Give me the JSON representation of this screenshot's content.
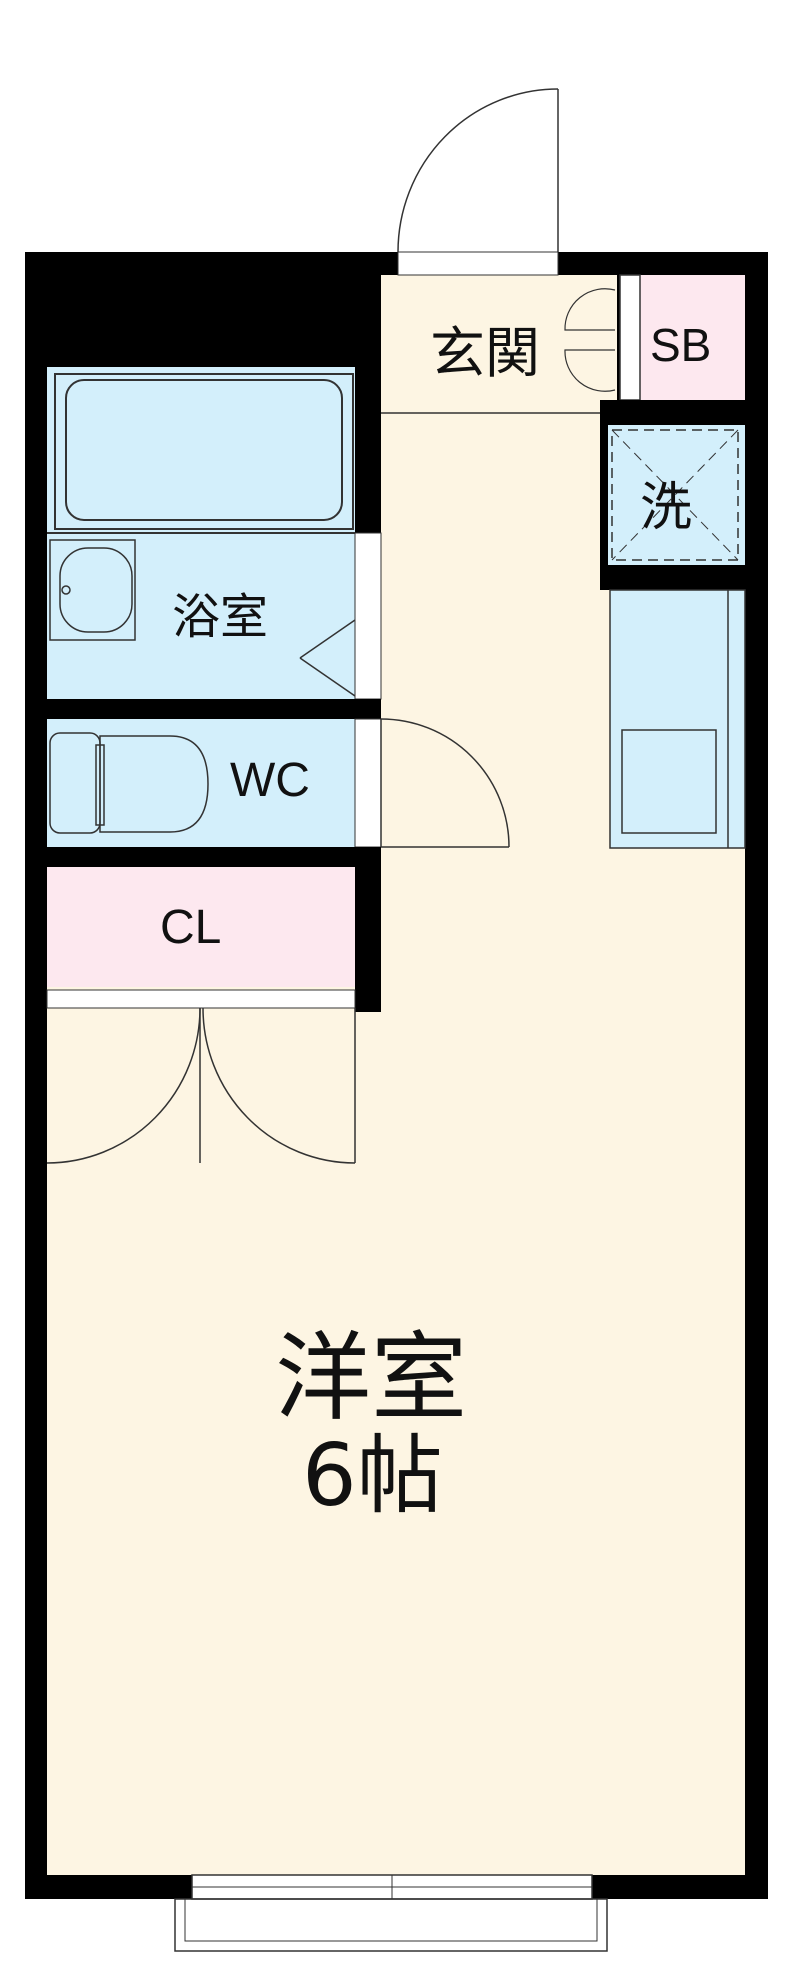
{
  "floor_plan": {
    "rooms": {
      "genkan": "玄関",
      "shoe_box": "SB",
      "washer": "洗",
      "bathroom": "浴室",
      "toilet": "WC",
      "closet": "CL",
      "western_room": "洋室",
      "western_room_size": "6帖"
    },
    "colors": {
      "wall": "#000000",
      "floor": "#fdf5e3",
      "wet_area": "#d3effb",
      "storage": "#fde8ef",
      "fixture_stroke": "#333333"
    }
  }
}
